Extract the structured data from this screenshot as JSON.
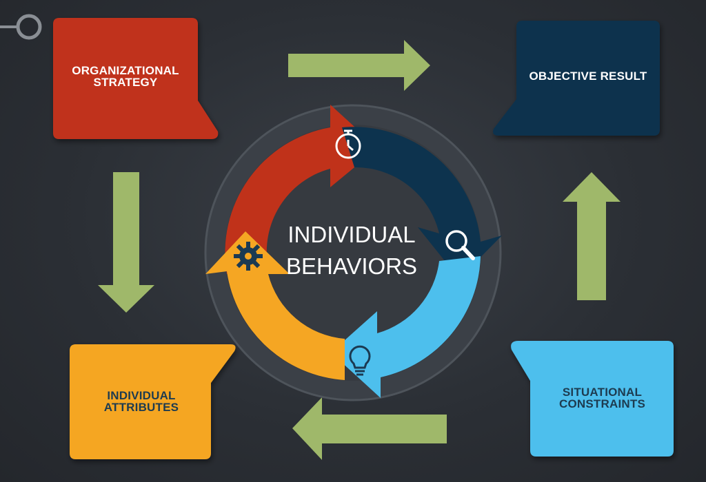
{
  "nodes": {
    "organizational_strategy": {
      "line1": "ORGANIZATIONAL",
      "line2": "STRATEGY",
      "color": "#c0321a"
    },
    "objective_result": {
      "label": "OBJECTIVE RESULT",
      "color": "#0d334e"
    },
    "individual_attributes": {
      "line1": "INDIVIDUAL",
      "line2": "ATTRIBUTES",
      "color": "#f5a623"
    },
    "situational_constraints": {
      "line1": "SITUATIONAL",
      "line2": "CONSTRAINTS",
      "color": "#4dbfed"
    }
  },
  "center": {
    "line1": "INDIVIDUAL",
    "line2": "BEHAVIORS"
  },
  "cycle_icons": [
    "stopwatch-icon",
    "magnifier-icon",
    "lightbulb-icon",
    "gear-icon"
  ],
  "colors": {
    "arrow_green": "#9fb86a",
    "red": "#c0321a",
    "navy": "#0d334e",
    "sky": "#4dbfed",
    "orange": "#f5a623",
    "background": "#2b2f35"
  }
}
